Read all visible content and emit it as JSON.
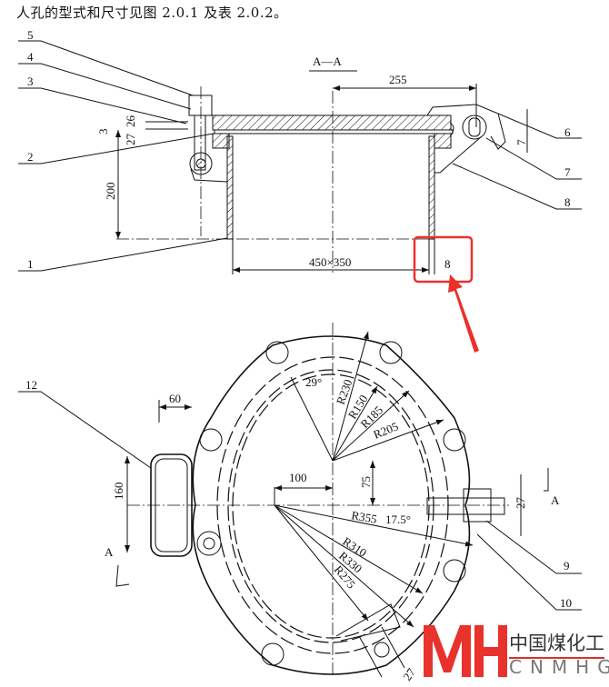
{
  "caption": "人孔的型式和尺寸见图 2.0.1 及表 2.0.2。",
  "section_title": "A—A",
  "part_labels": {
    "p1": "1",
    "p2": "2",
    "p3": "3",
    "p4": "4",
    "p5": "5",
    "p6": "6",
    "p7": "7",
    "p8": "8",
    "p9": "9",
    "p10": "10",
    "p12": "12"
  },
  "dimensions_section": {
    "d255": "255",
    "d26": "26",
    "d27": "27",
    "d3": "3",
    "d200": "200",
    "d7": "7",
    "d450x350": "450×350",
    "d8": "8"
  },
  "dimensions_plan": {
    "d60": "60",
    "d160": "160",
    "d100": "100",
    "d75": "75",
    "a29": "29°",
    "r230": "R230",
    "r150": "R150",
    "r185": "R185",
    "r205": "R205",
    "r355": "R355",
    "a175": "17.5°",
    "r310": "R310",
    "r330": "R330",
    "r275": "R275",
    "d27a": "27",
    "d27b": "27"
  },
  "section_markers": {
    "right": "A",
    "left": "A"
  },
  "highlight_color": "#e8322b",
  "logo": {
    "mark": "MH",
    "cn": "中国煤化工",
    "en": "CNMHG"
  }
}
